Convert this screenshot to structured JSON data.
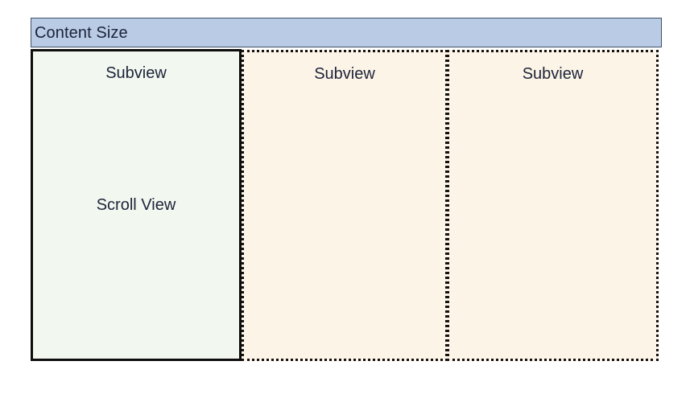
{
  "diagram": {
    "title_bar": {
      "label": "Content Size",
      "fill_color": "#b9cbe5",
      "border_color": "#41506b"
    },
    "boxes": [
      {
        "id": "scroll-view",
        "title": "Subview",
        "center_label": "Scroll View",
        "border_style": "solid",
        "fill_color": "#f2f7f0",
        "border_color": "#0d0d0d"
      },
      {
        "id": "subview-2",
        "title": "Subview",
        "center_label": "",
        "border_style": "dotted",
        "fill_color": "#fdf4e8",
        "border_color": "#141210"
      },
      {
        "id": "subview-3",
        "title": "Subview",
        "center_label": "",
        "border_style": "dotted",
        "fill_color": "#fdf4e8",
        "border_color": "#141210"
      }
    ]
  }
}
